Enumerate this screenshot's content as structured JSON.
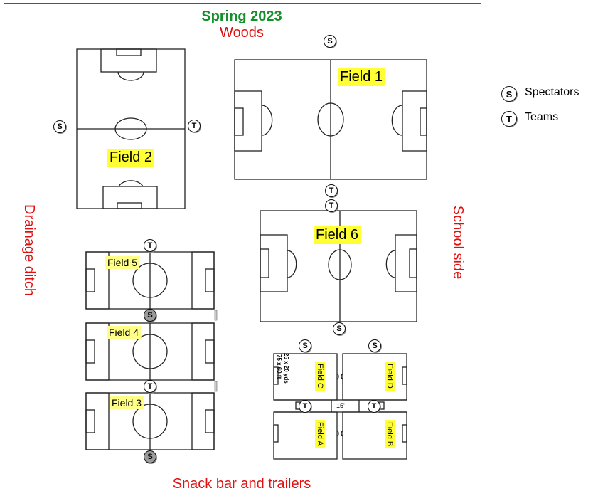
{
  "header": {
    "title": "Spring 2023",
    "top_label": "Woods"
  },
  "sides": {
    "left": "Drainage ditch",
    "right": "School side",
    "bottom": "Snack bar and trailers"
  },
  "fields": {
    "f1": "Field 1",
    "f2": "Field 2",
    "f3": "Field 3",
    "f4": "Field 4",
    "f5": "Field 5",
    "f6": "Field 6",
    "fa": "Field A",
    "fb": "Field B",
    "fc": "Field C",
    "fd": "Field D"
  },
  "small_field_note": {
    "line1": "25 x 20 yds",
    "line2": "75 x 60 ft"
  },
  "gap_label": "15'",
  "legend": {
    "spectators_symbol": "S",
    "spectators_label": "Spectators",
    "teams_symbol": "T",
    "teams_label": "Teams"
  },
  "colors": {
    "title": "#12902a",
    "side_text": "#e01010",
    "highlight": "#ffff33"
  }
}
